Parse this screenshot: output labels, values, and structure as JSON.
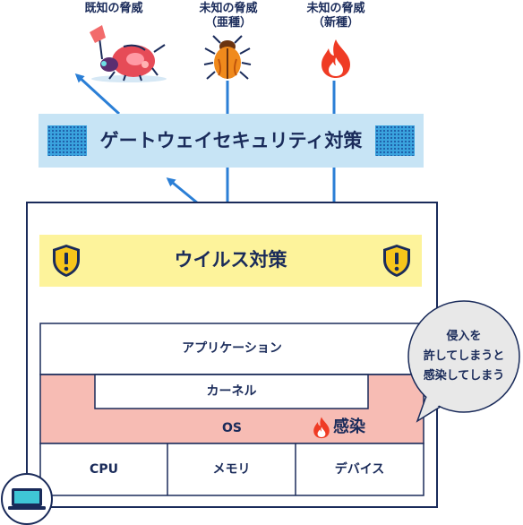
{
  "threats": {
    "known": "既知の脅威",
    "unknown_variant_line1": "未知の脅威",
    "unknown_variant_line2": "（亜種）",
    "unknown_new_line1": "未知の脅威",
    "unknown_new_line2": "（新種）"
  },
  "gateway": {
    "label": "ゲートウェイセキュリティ対策"
  },
  "antivirus": {
    "label": "ウイルス対策"
  },
  "layers": {
    "application": "アプリケーション",
    "kernel": "カーネル",
    "os": "OS",
    "infection": "感染"
  },
  "hardware": [
    "CPU",
    "メモリ",
    "デバイス"
  ],
  "callout": {
    "line1": "侵入を",
    "line2": "許してしまうと",
    "line3": "感染してしまう"
  },
  "colors": {
    "navy": "#1a2b5a",
    "arrow_blue": "#2b7fd6",
    "gateway_band": "#c7e4f5",
    "virus_band": "#fdf39b",
    "os_layer": "#f7bcb4",
    "fire": "#ef3b24",
    "callout_bg": "#e8e8e8"
  },
  "icons": [
    "bug-known-icon",
    "bug-variant-icon",
    "flame-icon",
    "shield-warning-icon",
    "laptop-icon"
  ]
}
